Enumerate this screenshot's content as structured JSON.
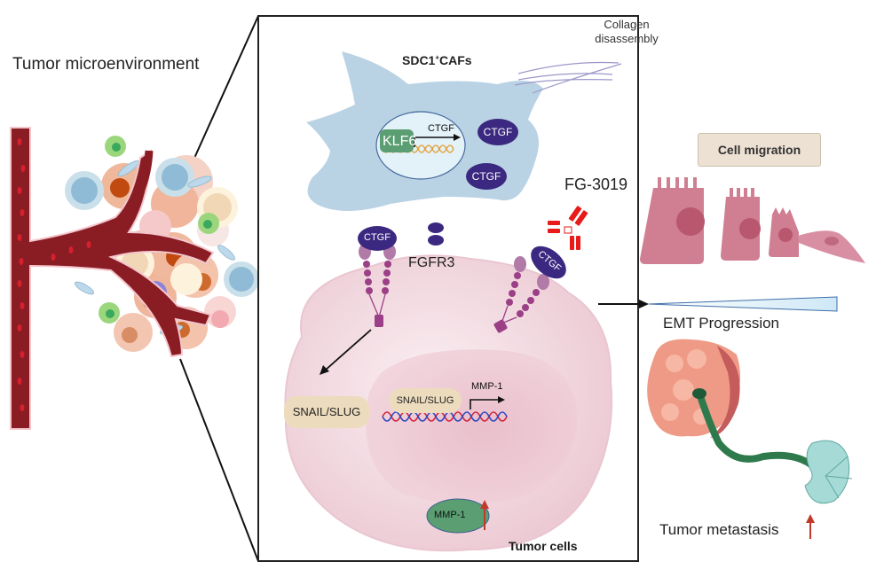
{
  "figure": {
    "type": "graphical-abstract",
    "left_panel": {
      "title": "Tumor microenvironment"
    },
    "center_panel": {
      "caf_label": "SDC1",
      "caf_label_superscript": "+",
      "caf_label_suffix": "CAFs",
      "collagen_label_line1": "Collagen",
      "collagen_label_line2": "disassembly",
      "nucleus": {
        "transcription_factor": "KLF6",
        "gene": "CTGF"
      },
      "secreted_proteins": [
        "CTGF",
        "CTGF"
      ],
      "receptor_bound_ligands": [
        "CTGF",
        "CTGF"
      ],
      "receptor_label": "FGFR3",
      "antibody_label": "FG-3019",
      "tumor_cell": {
        "cytoplasm_factor": "SNAIL/SLUG",
        "nuclear_factor": "SNAIL/SLUG",
        "target_gene": "MMP-1",
        "protein": "MMP-1",
        "protein_change": "up",
        "label": "Tumor cells"
      }
    },
    "right_panel": {
      "cell_migration_label": "Cell migration",
      "emt_label": "EMT Progression",
      "metastasis_label": "Tumor metastasis",
      "metastasis_change": "up"
    },
    "colors": {
      "vessel": "#8a1c24",
      "caf": "#b9d3e3",
      "ctgf": "#3b2880",
      "klf6": "#5a9e72",
      "receptor": "#9b3f86",
      "antibody": "#e81a1a",
      "tumor_cell": "#f1dbe2",
      "snail": "#ecdcbd",
      "mmp1": "#5a9e72",
      "up_arrow": "#c0392b",
      "migrating_cells": "#d07f92",
      "metastasis_tumor": "#ef9a86",
      "vessel_green": "#2f7a4c",
      "secondary_site": "#a6dad6"
    }
  }
}
